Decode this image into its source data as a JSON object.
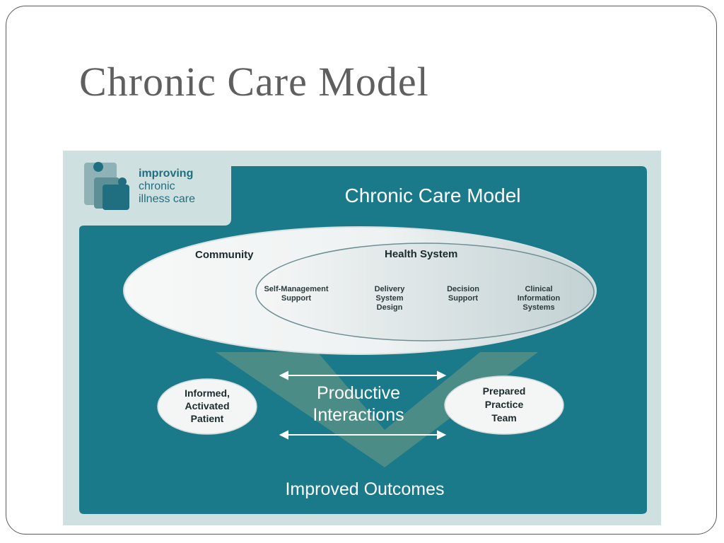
{
  "slide": {
    "title": "Chronic Care Model"
  },
  "logo": {
    "line1": "improving",
    "line2": "chronic",
    "line3": "illness care"
  },
  "diagram": {
    "title": "Chronic Care Model",
    "community": "Community",
    "health_system": "Health System",
    "components": [
      {
        "lines": [
          "Self-Management",
          "Support"
        ]
      },
      {
        "lines": [
          "Delivery",
          "System",
          "Design"
        ]
      },
      {
        "lines": [
          "Decision",
          "Support"
        ]
      },
      {
        "lines": [
          "Clinical",
          "Information",
          "Systems"
        ]
      }
    ],
    "patient": {
      "lines": [
        "Informed,",
        "Activated",
        "Patient"
      ]
    },
    "interactions": {
      "lines": [
        "Productive",
        "Interactions"
      ]
    },
    "team": {
      "lines": [
        "Prepared",
        "Practice",
        "Team"
      ]
    },
    "outcome": "Improved Outcomes"
  },
  "colors": {
    "teal_panel": "#1a7a8a",
    "outer_background": "#cfe0e0",
    "logo_text": "#1f6f80",
    "checkmark": "#4f8d86",
    "ellipse_fill": "#f2f4f4"
  }
}
